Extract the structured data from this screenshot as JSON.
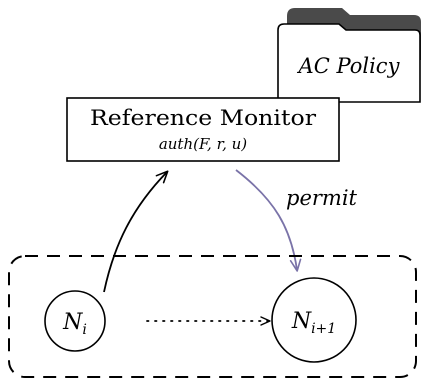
{
  "policy": {
    "label": "AC Policy"
  },
  "monitor": {
    "title": "Reference Monitor",
    "function": "auth(F, r, u)"
  },
  "permit_label": "permit",
  "nodes": [
    {
      "base": "N",
      "subscript": "i"
    },
    {
      "base": "N",
      "subscript": "i+1"
    }
  ],
  "colors": {
    "permit_arrow": "#7a73a8",
    "folder_tab": "#4a4a4a"
  }
}
